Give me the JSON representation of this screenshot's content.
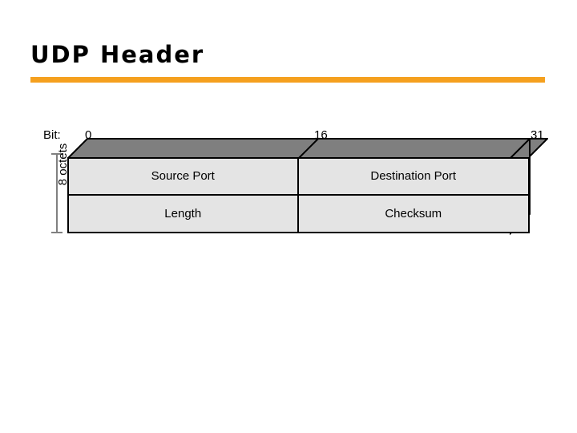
{
  "slide": {
    "title": "UDP Header",
    "accent_color": "#F5A01E",
    "background_color": "#FFFFFF"
  },
  "diagram": {
    "type": "packet-header-layout",
    "bit_ruler": {
      "caption": "Bit:",
      "ticks": [
        "0",
        "16",
        "31"
      ]
    },
    "size_label": "8 octets",
    "colors": {
      "cell_fill": "#E4E4E4",
      "top_face": "#7F7F7F",
      "right_face": "#7F7F7F",
      "outline": "#000000",
      "bracket": "#808080"
    },
    "rows": [
      {
        "cells": [
          {
            "label": "Source Port",
            "bits": 16
          },
          {
            "label": "Destination Port",
            "bits": 16
          }
        ]
      },
      {
        "cells": [
          {
            "label": "Length",
            "bits": 16
          },
          {
            "label": "Checksum",
            "bits": 16
          }
        ]
      }
    ]
  }
}
